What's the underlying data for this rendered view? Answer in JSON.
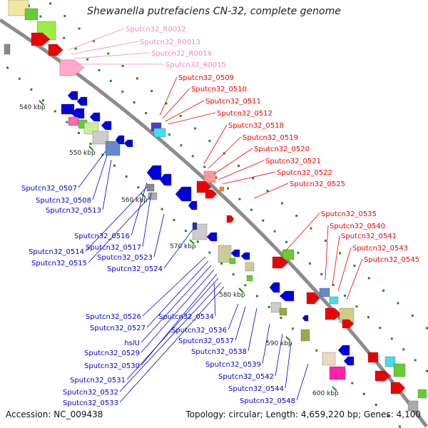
{
  "title": "Shewanella putrefaciens CN-32, complete genome",
  "accession": "Accession: NC_009438",
  "summary": "Topology: circular; Length: 4,659,220 bp; Genes: 4,100",
  "colors": {
    "backbone": "#8c8c8c",
    "rna_label": "#ee88bb",
    "fwd_label": "#ee0000",
    "rev_label": "#0000cc",
    "tick": "#228822"
  },
  "kbp_ticks": [
    "540 kbp",
    "550 kbp",
    "560 kbp",
    "570 kbp",
    "580 kbp",
    "590 kbp",
    "600 kbp"
  ],
  "rna_labels": [
    "Sputcn32_R0012",
    "Sputcn32_R0013",
    "Sputcn32_R0014",
    "Sputcn32_R0015"
  ],
  "fwd_labels": [
    "Sputcn32_0509",
    "Sputcn32_0510",
    "Sputcn32_0511",
    "Sputcn32_0512",
    "Sputcn32_0518",
    "Sputcn32_0519",
    "Sputcn32_0520",
    "Sputcn32_0521",
    "Sputcn32_0522",
    "Sputcn32_0525",
    "Sputcn32_0535",
    "Sputcn32_0540",
    "Sputcn32_0541",
    "Sputcn32_0543",
    "Sputcn32_0545"
  ],
  "rev_labels": [
    "Sputcn32_0507",
    "Sputcn32_0508",
    "Sputcn32_0513",
    "Sputcn32_0516",
    "Sputcn32_0514",
    "Sputcn32_0517",
    "Sputcn32_0515",
    "Sputcn32_0523",
    "Sputcn32_0524",
    "Sputcn32_0526",
    "Sputcn32_0534",
    "Sputcn32_0527",
    "Sputcn32_0536",
    "hslU",
    "Sputcn32_0537",
    "Sputcn32_0538",
    "Sputcn32_0529",
    "Sputcn32_0530",
    "Sputcn32_0539",
    "Sputcn32_0542",
    "Sputcn32_0531",
    "Sputcn32_0544",
    "Sputcn32_0532",
    "Sputcn32_0533",
    "Sputcn32_0548"
  ]
}
